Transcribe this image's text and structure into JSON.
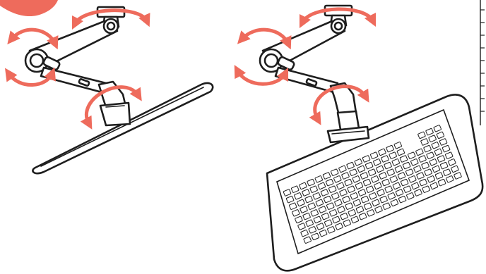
{
  "figure": {
    "panels": [
      {
        "name": "monitor-arm-panel",
        "attachment": "flat-platform"
      },
      {
        "name": "keyboard-arm-panel",
        "attachment": "keyboard-tray"
      }
    ],
    "colors": {
      "arrow": "#ee6b5c",
      "badge": "#ee6b5c",
      "line": "#1e1e1e",
      "fill": "#ffffff"
    },
    "icons": [
      "rotation-arrow-icon",
      "corner-badge-icon"
    ]
  }
}
